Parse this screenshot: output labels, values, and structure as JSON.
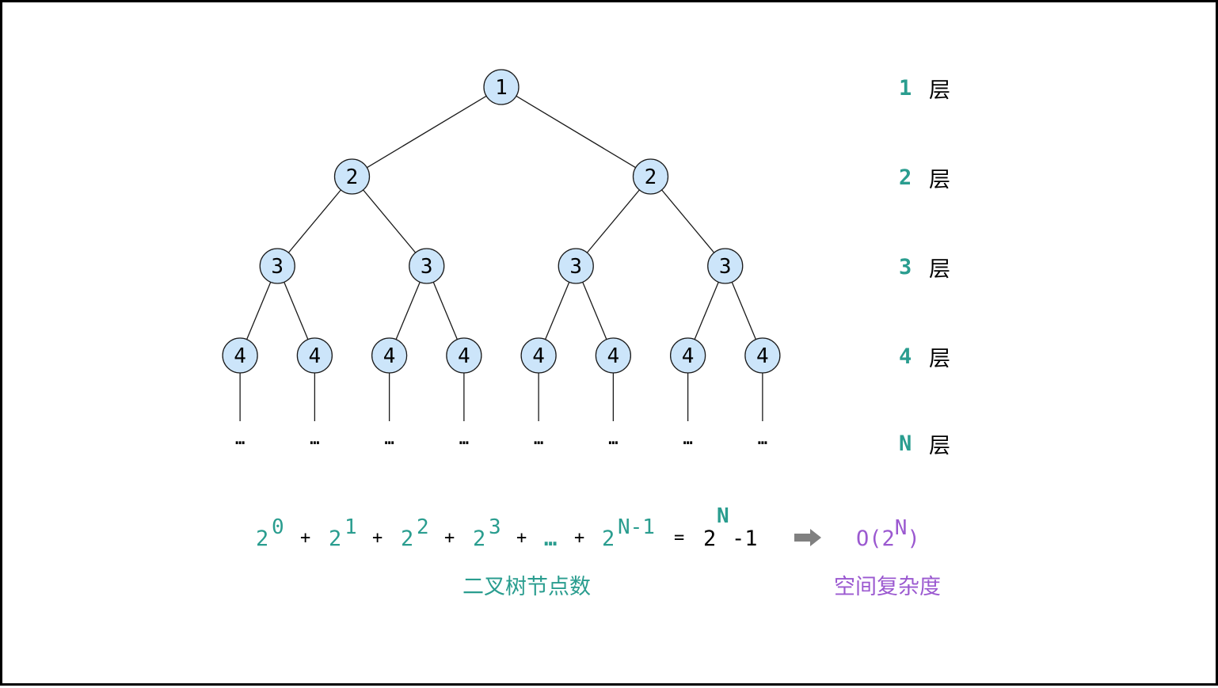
{
  "tree": {
    "levels": [
      {
        "label": "1",
        "nodes": [
          "1"
        ]
      },
      {
        "label": "2",
        "nodes": [
          "2",
          "2"
        ]
      },
      {
        "label": "3",
        "nodes": [
          "3",
          "3",
          "3",
          "3"
        ]
      },
      {
        "label": "4",
        "nodes": [
          "4",
          "4",
          "4",
          "4",
          "4",
          "4",
          "4",
          "4"
        ]
      }
    ],
    "continuation": "…",
    "node_fill": "#cce5fa",
    "node_stroke": "#1a1a1a"
  },
  "level_labels": [
    {
      "num": "1",
      "word": "层"
    },
    {
      "num": "2",
      "word": "层"
    },
    {
      "num": "3",
      "word": "层"
    },
    {
      "num": "4",
      "word": "层"
    },
    {
      "num": "N",
      "word": "层"
    }
  ],
  "formula": {
    "terms": [
      {
        "base": "2",
        "exp": "0"
      },
      {
        "base": "2",
        "exp": "1"
      },
      {
        "base": "2",
        "exp": "2"
      },
      {
        "base": "2",
        "exp": "3"
      }
    ],
    "plus": "+",
    "ellipsis": "…",
    "last_term": {
      "base": "2",
      "exp": "N-1"
    },
    "equals": "=",
    "result_base": "2",
    "result_exp": "N",
    "result_tail": "-1"
  },
  "complexity": {
    "prefix": "O(2",
    "exp": "N",
    "suffix": ")"
  },
  "captions": {
    "left": "二叉树节点数",
    "right": "空间复杂度"
  },
  "colors": {
    "teal": "#2a9d8f",
    "purple": "#9b59d0",
    "arrow": "#808080"
  }
}
